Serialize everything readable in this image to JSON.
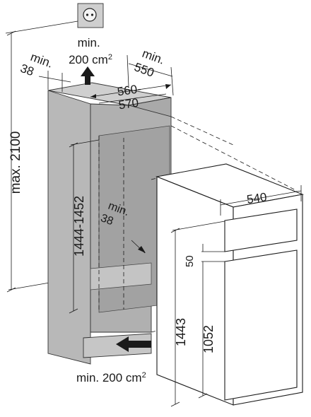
{
  "labels": {
    "max_height": "max. 2100",
    "niche_height": "1444-1452",
    "side_gap": "min.\n38",
    "depth": "min.\n550",
    "width": "560-\n570",
    "vent_top": "min.\n200 cm²",
    "vent_bottom": "min. 200 cm²",
    "inner_gap": "min.\n38",
    "appliance_width": "540",
    "door_gap": "50",
    "appliance_height": "1443",
    "lower_door_height": "1052"
  },
  "icons": {
    "socket": "power-socket-icon",
    "airflow_up": "airflow-up-arrow",
    "airflow_in": "airflow-in-arrow"
  },
  "colors": {
    "cabinet_fill": "#b8b8b8",
    "cabinet_light": "#cfcfcf",
    "cabinet_dark": "#9c9c9c",
    "niche_inner": "#a9a9a9",
    "appliance_fill": "#ffffff",
    "line": "#1a1a1a"
  }
}
